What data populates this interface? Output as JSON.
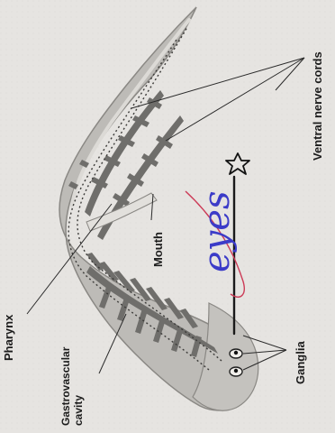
{
  "labels": {
    "ventral_nerve_cords": "Ventral nerve cords",
    "mouth": "Mouth",
    "pharynx": "Pharynx",
    "gastrovascular_line1": "Gastrovascular",
    "gastrovascular_line2": "cavity",
    "ganglia": "Ganglia"
  },
  "handwriting": {
    "word": "eyes"
  },
  "colors": {
    "background": "#e6e4e1",
    "body_fill": "#b9b7b3",
    "gut_fill": "#6d6c69",
    "pen_blue": "#3b3bc8",
    "pen_red": "#cc3b57"
  }
}
